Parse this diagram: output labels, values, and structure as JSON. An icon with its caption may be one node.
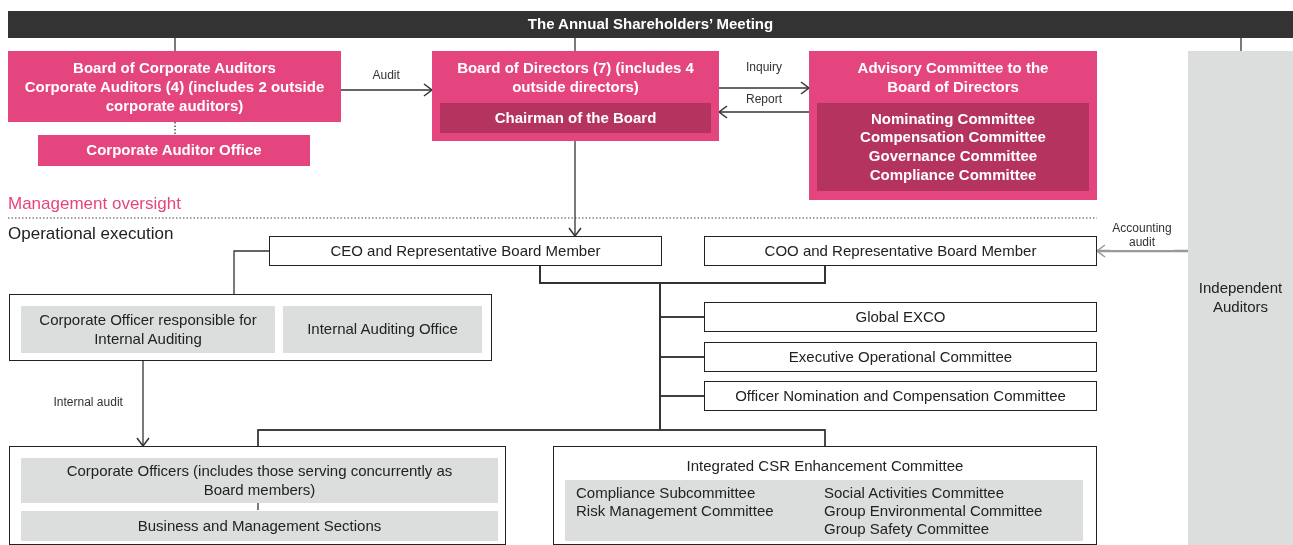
{
  "diagram": {
    "nodes": [
      {
        "text": [
          "The Annual Shareholders’ Meeting"
        ]
      },
      {
        "text": [
          "Board of Corporate Auditors",
          "Corporate Auditors (4) (includes 2 outside corporate auditors)"
        ]
      },
      {
        "text": [
          "Corporate Auditor Office"
        ]
      },
      {
        "text": [
          "Board of Directors (7) (includes 4 outside directors)"
        ]
      },
      {
        "text": [
          "Chairman of the Board"
        ],
        "in": 3
      },
      {
        "text": [
          "Advisory Committee to the Board of Directors"
        ]
      },
      {
        "text": [
          "Nominating Committee",
          "Compensation Committee",
          "Governance Committee",
          "Compliance Committee"
        ],
        "in": 5
      },
      {
        "text": [
          "Independent Auditors"
        ]
      },
      {
        "text": [
          "CEO and Representative Board Member"
        ]
      },
      {
        "text": [
          "COO and Representative Board Member"
        ]
      },
      {
        "text": [],
        "shape": "box"
      },
      {
        "text": [
          "Corporate Officer responsible for Internal Auditing"
        ],
        "in": 10
      },
      {
        "text": [
          "Internal Auditing Office"
        ],
        "in": 10
      },
      {
        "text": [
          "Global EXCO"
        ]
      },
      {
        "text": [
          "Executive Operational Committee"
        ]
      },
      {
        "text": [
          "Officer Nomination and Compensation Committee"
        ]
      },
      {
        "text": [],
        "shape": "box"
      },
      {
        "text": [
          "Corporate Officers (includes those serving concurrently as Board members)"
        ],
        "in": 16
      },
      {
        "text": [
          "Business and Management Sections"
        ],
        "in": 16
      },
      {
        "text": [
          "Integrated CSR Enhancement Committee"
        ]
      },
      {
        "text": [
          "Compliance Subcommittee",
          "Risk Management Committee",
          "Social Activities Committee",
          "Group Environmental Committee",
          "Group Safety Committee"
        ],
        "in": 19
      }
    ],
    "edges": [
      {
        "from": 0,
        "to": 1,
        "arrow": "none"
      },
      {
        "from": 0,
        "to": 3,
        "arrow": "none"
      },
      {
        "from": 0,
        "to": 7,
        "arrow": "none"
      },
      {
        "from": 1,
        "to": 2,
        "arrow": "none",
        "style": "dashed"
      },
      {
        "from": 1,
        "to": 3,
        "arrow": "to",
        "label": "Audit"
      },
      {
        "from": 3,
        "to": 5,
        "arrow": "to",
        "label": "Inquiry"
      },
      {
        "from": 5,
        "to": 3,
        "arrow": "to",
        "label": "Report"
      },
      {
        "from": 3,
        "to": 8,
        "arrow": "to"
      },
      {
        "from": 7,
        "to": 9,
        "arrow": "to",
        "label": "Accounting audit",
        "color": "#999999"
      },
      {
        "from": 8,
        "to": 10,
        "arrow": "none"
      },
      {
        "from": 8,
        "to": 13,
        "arrow": "none"
      },
      {
        "from": 8,
        "to": 14,
        "arrow": "none"
      },
      {
        "from": 8,
        "to": 15,
        "arrow": "none"
      },
      {
        "from": 8,
        "to": 16,
        "arrow": "none"
      },
      {
        "from": 8,
        "to": 19,
        "arrow": "none"
      },
      {
        "from": 9,
        "to": 13,
        "arrow": "none"
      },
      {
        "from": 9,
        "to": 14,
        "arrow": "none"
      },
      {
        "from": 9,
        "to": 15,
        "arrow": "none"
      },
      {
        "from": 9,
        "to": 16,
        "arrow": "none"
      },
      {
        "from": 9,
        "to": 19,
        "arrow": "none"
      },
      {
        "from": 10,
        "to": 16,
        "arrow": "to",
        "label": "Internal audit"
      },
      {
        "from": 17,
        "to": 18,
        "arrow": "none"
      }
    ],
    "labels": [
      "Management oversight",
      "Operational execution"
    ]
  }
}
